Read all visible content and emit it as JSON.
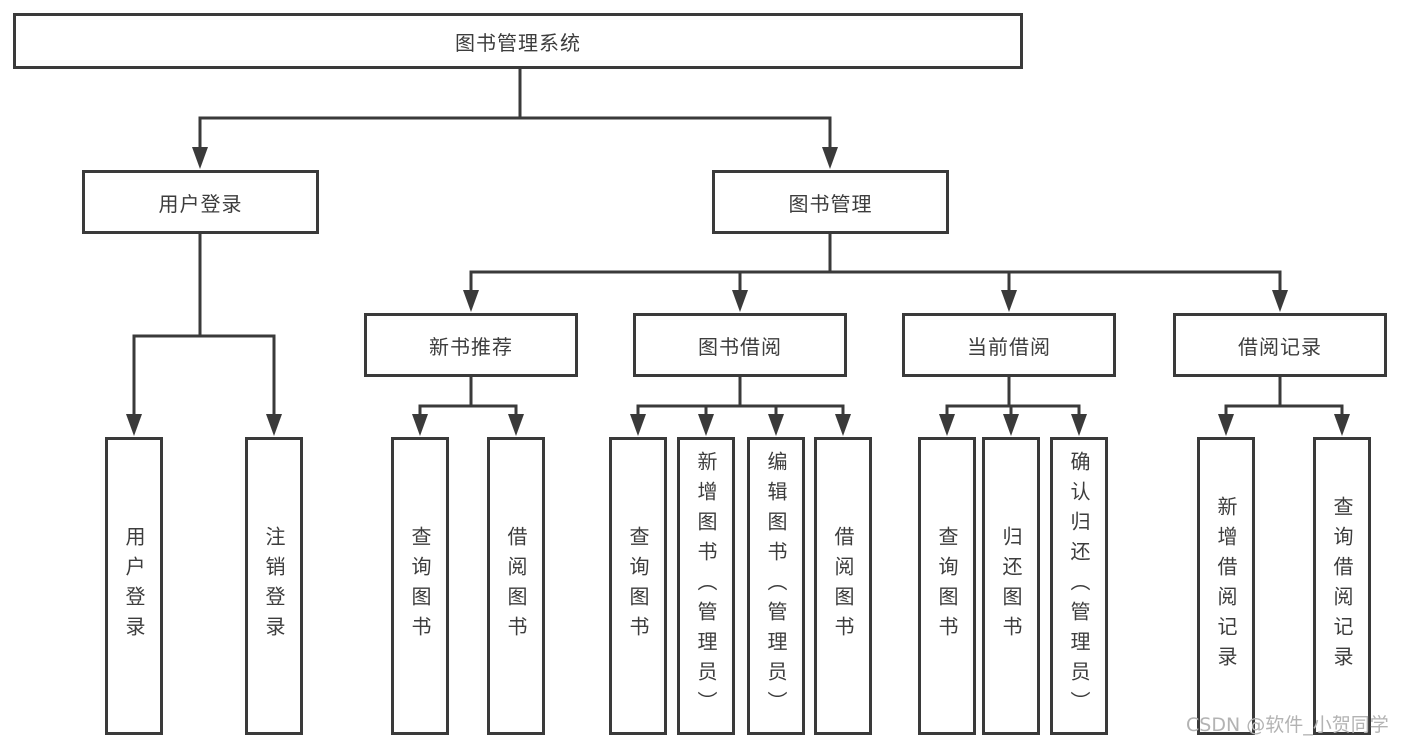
{
  "colors": {
    "line": "#3a3a3a",
    "text": "#3d3d3d",
    "watermark_text": "#b3b3b3",
    "background": "#ffffff"
  },
  "watermark": "CSDN @软件_小贺同学",
  "tree": {
    "root": {
      "label": "图书管理系统"
    },
    "branches": [
      {
        "label": "用户登录",
        "children": [
          {
            "label": "用户登录"
          },
          {
            "label": "注销登录"
          }
        ]
      },
      {
        "label": "图书管理",
        "children": [
          {
            "label": "新书推荐",
            "children": [
              {
                "label": "查询图书"
              },
              {
                "label": "借阅图书"
              }
            ]
          },
          {
            "label": "图书借阅",
            "children": [
              {
                "label": "查询图书"
              },
              {
                "label": "新增图书（管理员）"
              },
              {
                "label": "编辑图书（管理员）"
              },
              {
                "label": "借阅图书"
              }
            ]
          },
          {
            "label": "当前借阅",
            "children": [
              {
                "label": "查询图书"
              },
              {
                "label": "归还图书"
              },
              {
                "label": "确认归还（管理员）"
              }
            ]
          },
          {
            "label": "借阅记录",
            "children": [
              {
                "label": "新增借阅记录"
              },
              {
                "label": "查询借阅记录"
              }
            ]
          }
        ]
      }
    ]
  }
}
